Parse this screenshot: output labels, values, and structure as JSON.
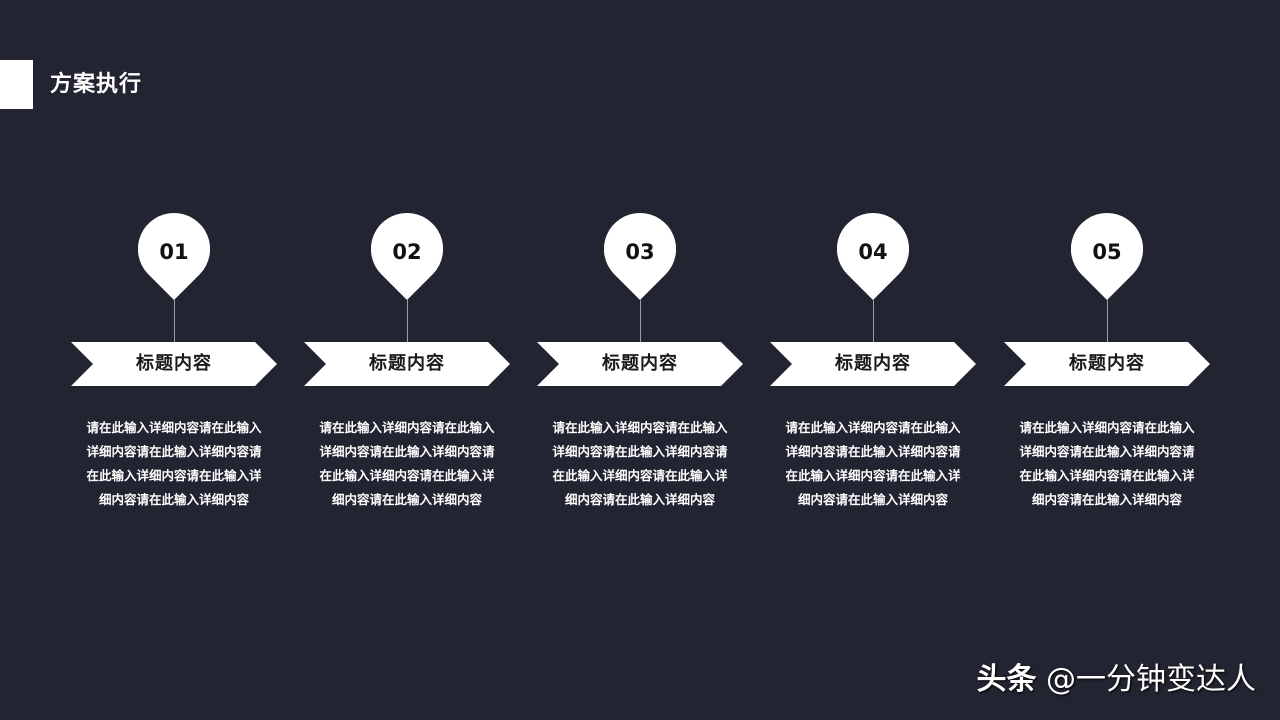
{
  "header": {
    "title": "方案执行"
  },
  "colors": {
    "background": "#222431",
    "shape_fill": "#ffffff",
    "shape_text": "#1a1a1a",
    "body_text": "#ffffff"
  },
  "steps": [
    {
      "number": "01",
      "title": "标题内容",
      "description": "请在此输入详细内容请在此输入详细内容请在此输入详细内容请在此输入详细内容请在此输入详细内容请在此输入详细内容"
    },
    {
      "number": "02",
      "title": "标题内容",
      "description": "请在此输入详细内容请在此输入详细内容请在此输入详细内容请在此输入详细内容请在此输入详细内容请在此输入详细内容"
    },
    {
      "number": "03",
      "title": "标题内容",
      "description": "请在此输入详细内容请在此输入详细内容请在此输入详细内容请在此输入详细内容请在此输入详细内容请在此输入详细内容"
    },
    {
      "number": "04",
      "title": "标题内容",
      "description": "请在此输入详细内容请在此输入详细内容请在此输入详细内容请在此输入详细内容请在此输入详细内容请在此输入详细内容"
    },
    {
      "number": "05",
      "title": "标题内容",
      "description": "请在此输入详细内容请在此输入详细内容请在此输入详细内容请在此输入详细内容请在此输入详细内容请在此输入详细内容"
    }
  ],
  "watermark": {
    "brand": "头条",
    "handle": "@一分钟变达人"
  }
}
